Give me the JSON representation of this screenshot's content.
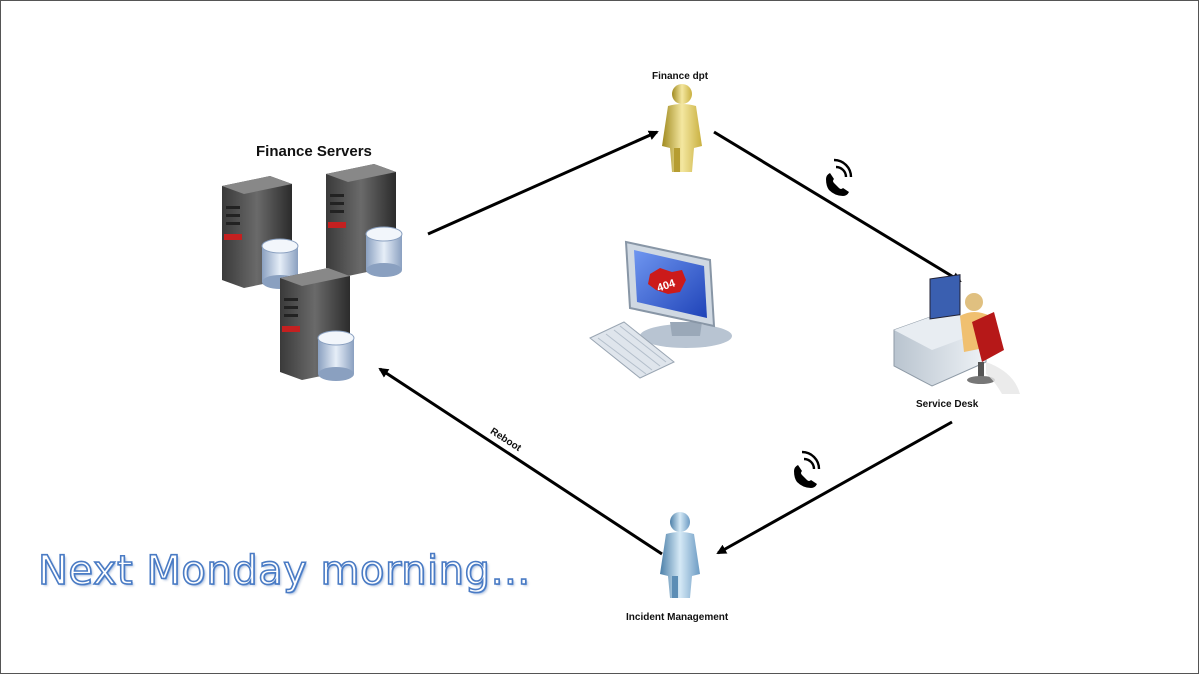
{
  "diagram": {
    "nodes": {
      "finance_servers": "Finance Servers",
      "finance_dpt": "Finance dpt",
      "service_desk": "Service Desk",
      "incident_management": "Incident Management"
    },
    "edge_labels": {
      "reboot": "Reboot"
    },
    "screen_error_text": "404",
    "headline": "Next Monday morning…",
    "colors": {
      "arrow": "#000000",
      "headline_outline": "#4a7bc4",
      "screen_blue": "#2f5bd6",
      "error_badge": "#cc1a1a"
    }
  }
}
